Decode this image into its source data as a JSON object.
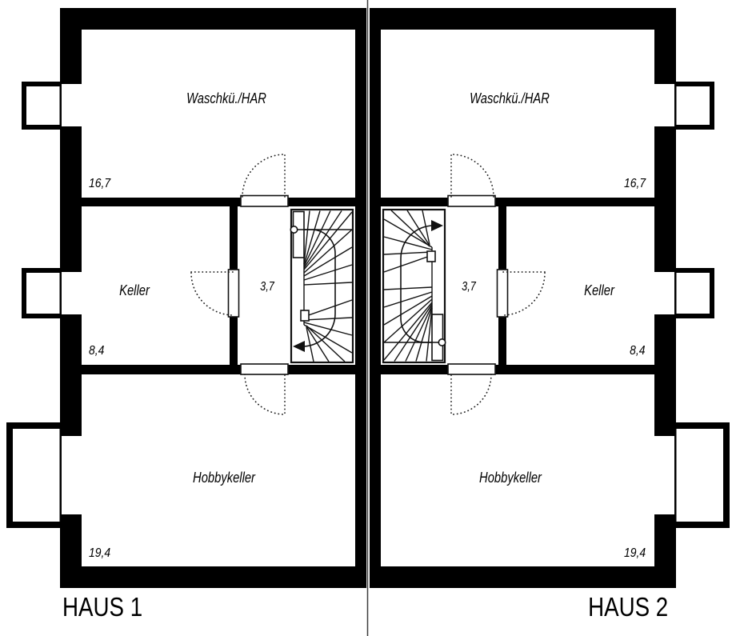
{
  "plan": {
    "house1": {
      "title": "HAUS 1",
      "rooms": {
        "waschku": {
          "name": "Waschkü./HAR",
          "area": "16,7"
        },
        "keller": {
          "name": "Keller",
          "area": "8,4"
        },
        "stair_hall": {
          "area": "3,7"
        },
        "hobbykeller": {
          "name": "Hobbykeller",
          "area": "19,4"
        }
      }
    },
    "house2": {
      "title": "HAUS 2",
      "rooms": {
        "waschku": {
          "name": "Waschkü./HAR",
          "area": "16,7"
        },
        "keller": {
          "name": "Keller",
          "area": "8,4"
        },
        "stair_hall": {
          "area": "3,7"
        },
        "hobbykeller": {
          "name": "Hobbykeller",
          "area": "19,4"
        }
      }
    },
    "colors": {
      "wall": "#000000",
      "linework": "#111111",
      "divider": "#3c3c3c",
      "background": "#ffffff"
    }
  }
}
